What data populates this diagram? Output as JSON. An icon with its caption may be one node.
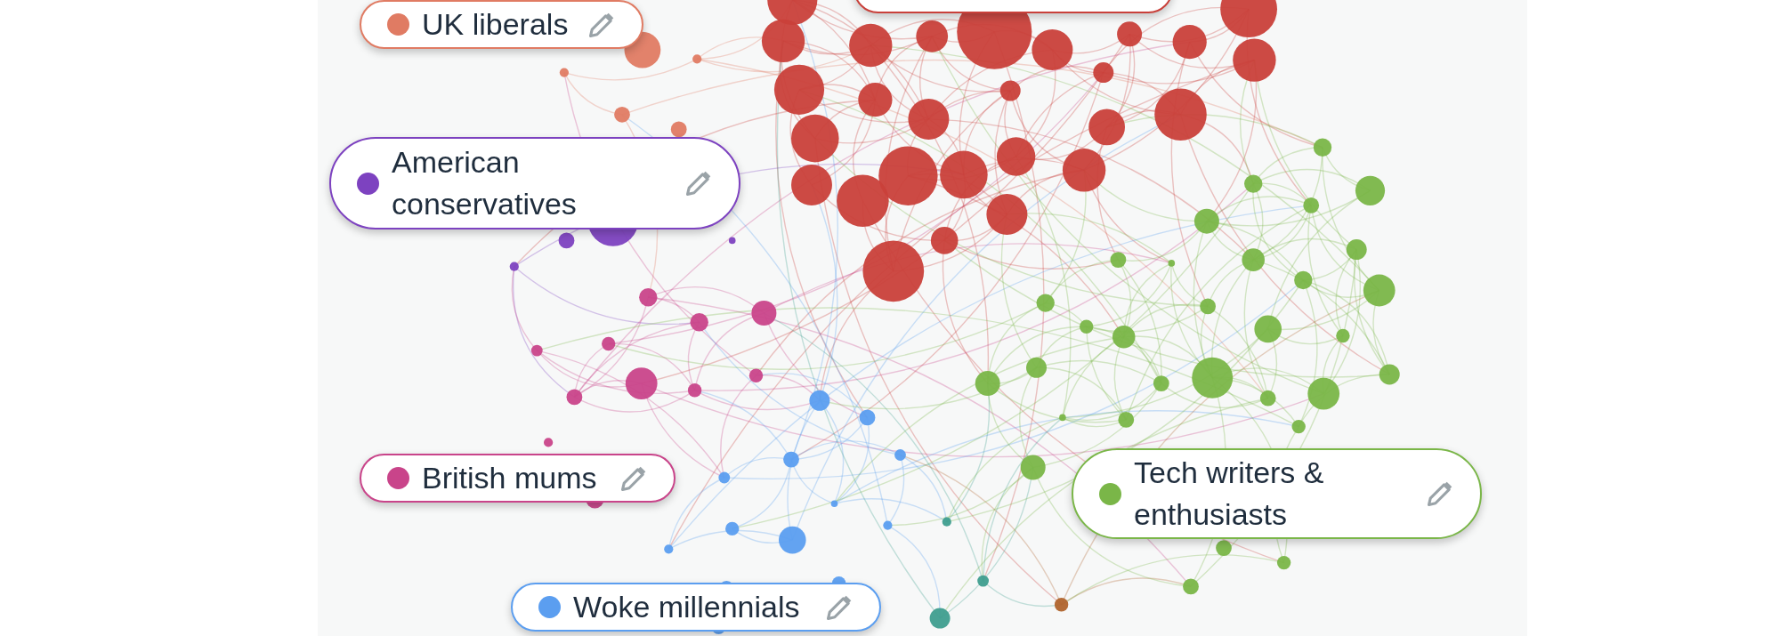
{
  "diagram": {
    "nodes": [
      {
        "text": [
          "UK liberals"
        ]
      },
      {
        "text": [],
        "shape": "box"
      },
      {
        "text": [
          "American conservatives"
        ]
      },
      {
        "text": [
          "British mums"
        ]
      },
      {
        "text": [
          "Tech writers & enthusiasts"
        ]
      },
      {
        "text": [
          "Woke millennials"
        ]
      }
    ]
  }
}
